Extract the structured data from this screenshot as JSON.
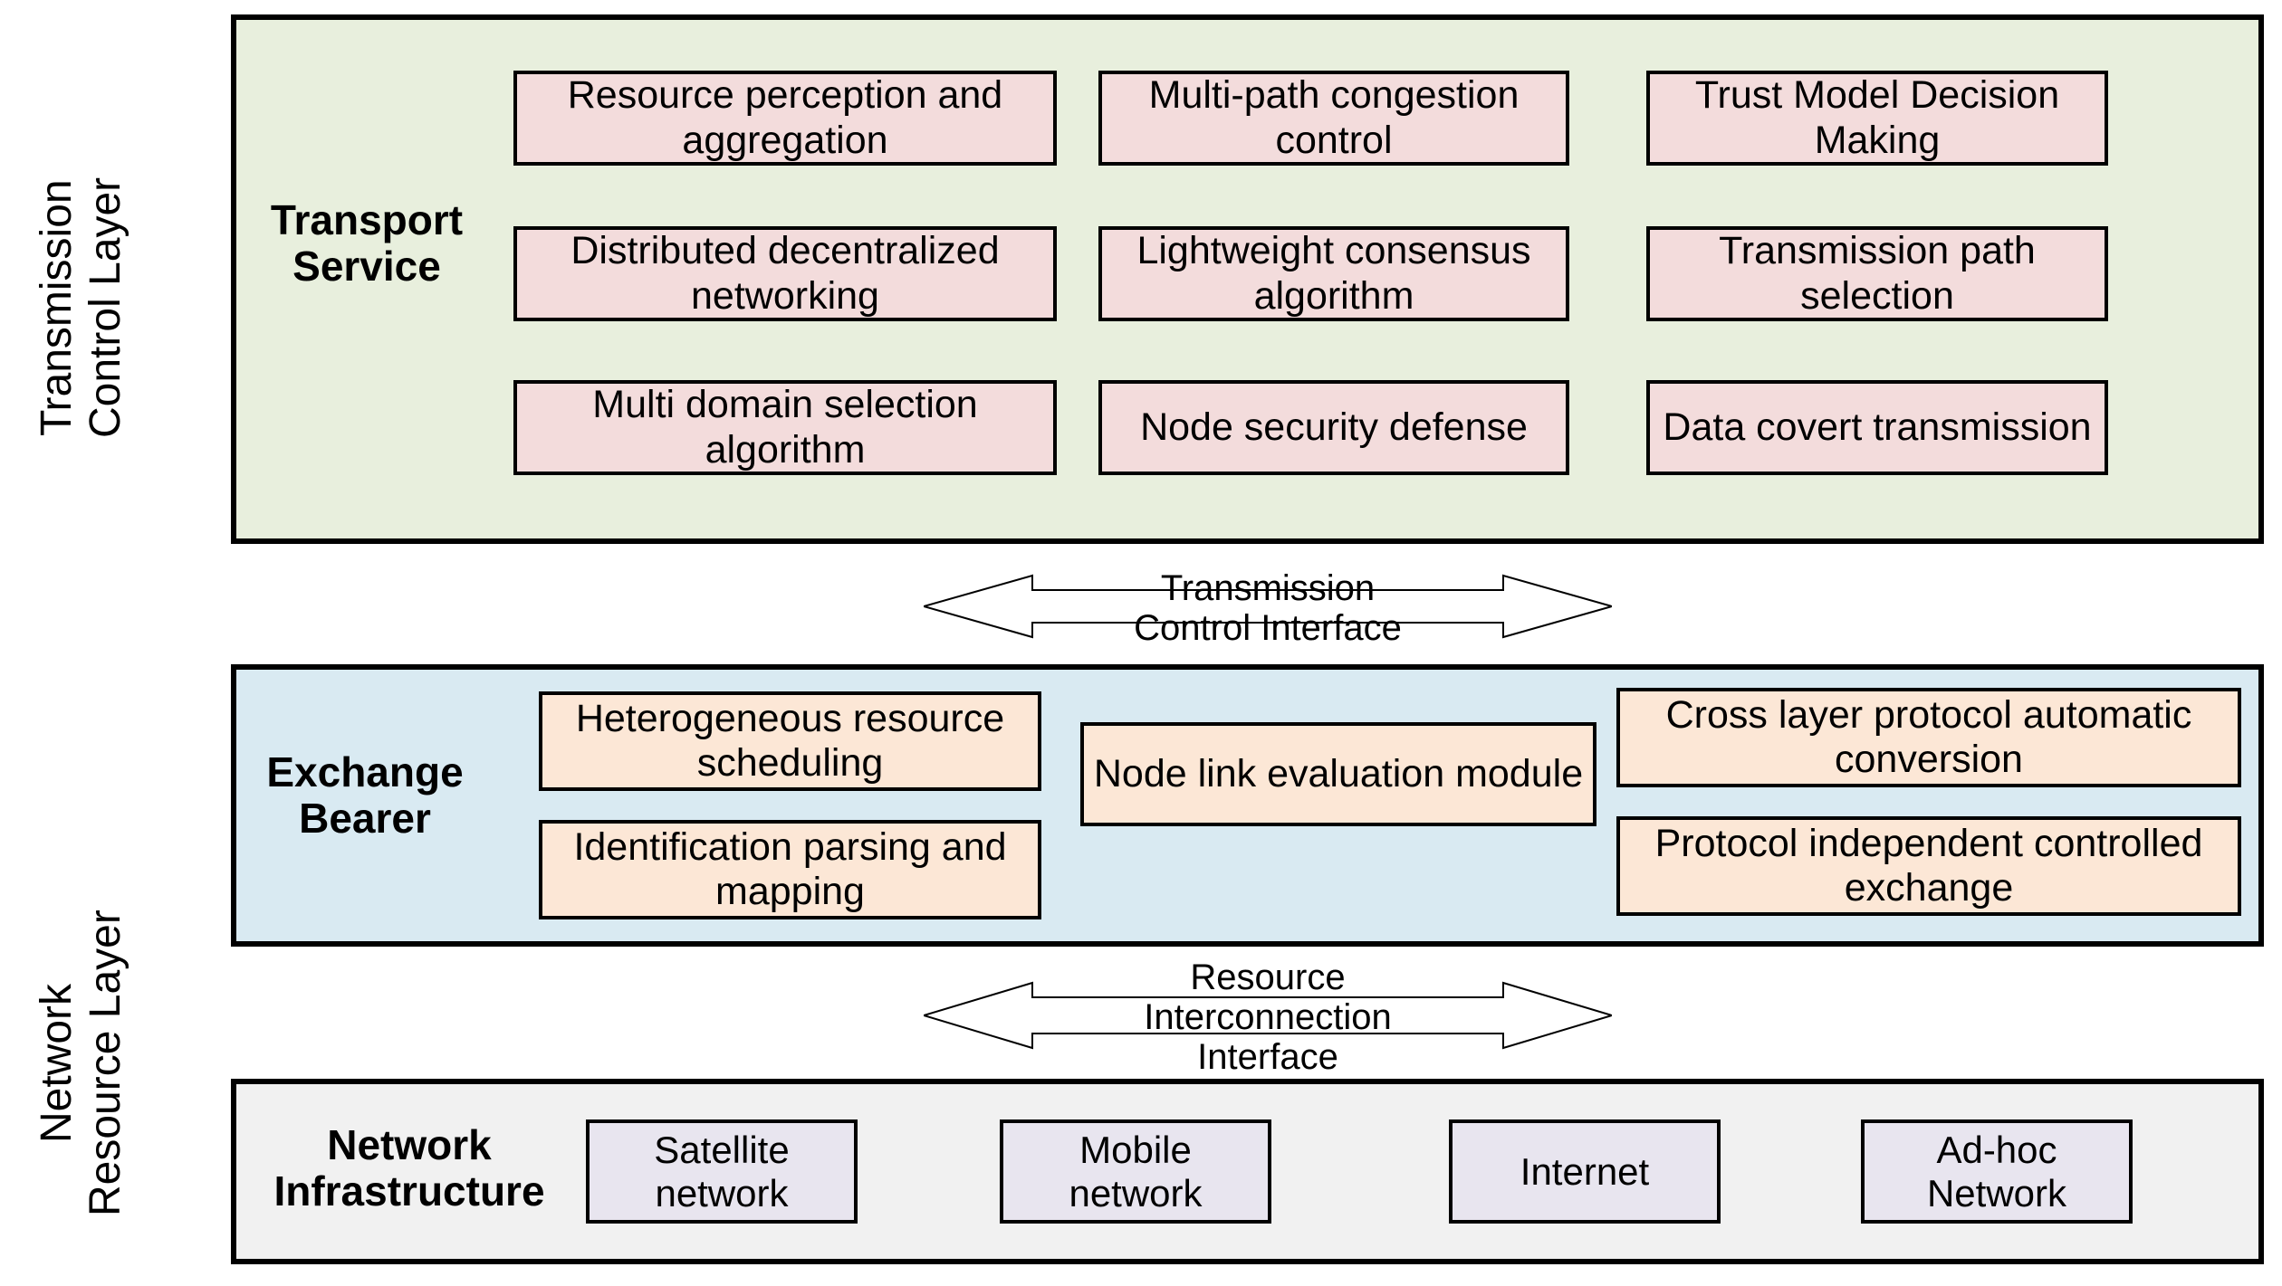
{
  "layers": [
    {
      "axis_label": "Transmission\nControl Layer",
      "title": "Transport\nService",
      "accent": "#e8efdd"
    },
    {
      "axis_label": "Network\nResource Layer",
      "title": "Exchange\nBearer",
      "accent": "#d9eaf2"
    },
    {
      "title": "Network\nInfrastructure",
      "accent": "#f1f1f1"
    }
  ],
  "transport": {
    "title": "Transport\nService",
    "axis_label": "Transmission\nControl Layer",
    "box_fill": "#f3dcdc",
    "panel_fill": "#e8efdd",
    "modules": [
      {
        "id": "resource-perception",
        "label": "Resource perception and aggregation"
      },
      {
        "id": "multipath-congestion",
        "label": "Multi-path congestion control"
      },
      {
        "id": "trust-model-decision",
        "label": "Trust Model Decision Making"
      },
      {
        "id": "distributed-decentralized",
        "label": "Distributed decentralized networking"
      },
      {
        "id": "lightweight-consensus",
        "label": "Lightweight consensus algorithm"
      },
      {
        "id": "transmission-path-selection",
        "label": "Transmission path selection"
      },
      {
        "id": "multi-domain-selection",
        "label": "Multi domain selection algorithm"
      },
      {
        "id": "node-security-defense",
        "label": "Node security defense"
      },
      {
        "id": "data-covert-transmission",
        "label": "Data covert transmission"
      }
    ]
  },
  "exchange": {
    "title": "Exchange\nBearer",
    "axis_label": "Network\nResource Layer",
    "box_fill": "#fce7d6",
    "panel_fill": "#d9eaf2",
    "modules": [
      {
        "id": "heterogeneous-resource-scheduling",
        "label": "Heterogeneous resource scheduling"
      },
      {
        "id": "identification-parsing",
        "label": "Identification parsing and mapping"
      },
      {
        "id": "node-link-evaluation",
        "label": "Node link evaluation module"
      },
      {
        "id": "cross-layer-protocol",
        "label": "Cross layer protocol automatic conversion"
      },
      {
        "id": "protocol-independent-exchange",
        "label": "Protocol independent controlled exchange"
      }
    ]
  },
  "infrastructure": {
    "title": "Network\nInfrastructure",
    "box_fill": "#e8e5ef",
    "panel_fill": "#f1f1f1",
    "modules": [
      {
        "id": "satellite-network",
        "label": "Satellite network"
      },
      {
        "id": "mobile-network",
        "label": "Mobile network"
      },
      {
        "id": "internet",
        "label": "Internet"
      },
      {
        "id": "adhoc-network",
        "label": "Ad-hoc Network"
      }
    ]
  },
  "interfaces": [
    {
      "id": "transmission-control-interface",
      "label": "Transmission\nControl Interface"
    },
    {
      "id": "resource-interconnection-interface",
      "label": "Resource\nInterconnection\nInterface"
    }
  ],
  "colors": {
    "outline": "#000000",
    "transport_panel": "#e8efdd",
    "transport_box": "#f3dcdc",
    "exchange_panel": "#d9eaf2",
    "exchange_box": "#fce7d6",
    "infrastructure_panel": "#f1f1f1",
    "infrastructure_box": "#e8e5ef"
  }
}
